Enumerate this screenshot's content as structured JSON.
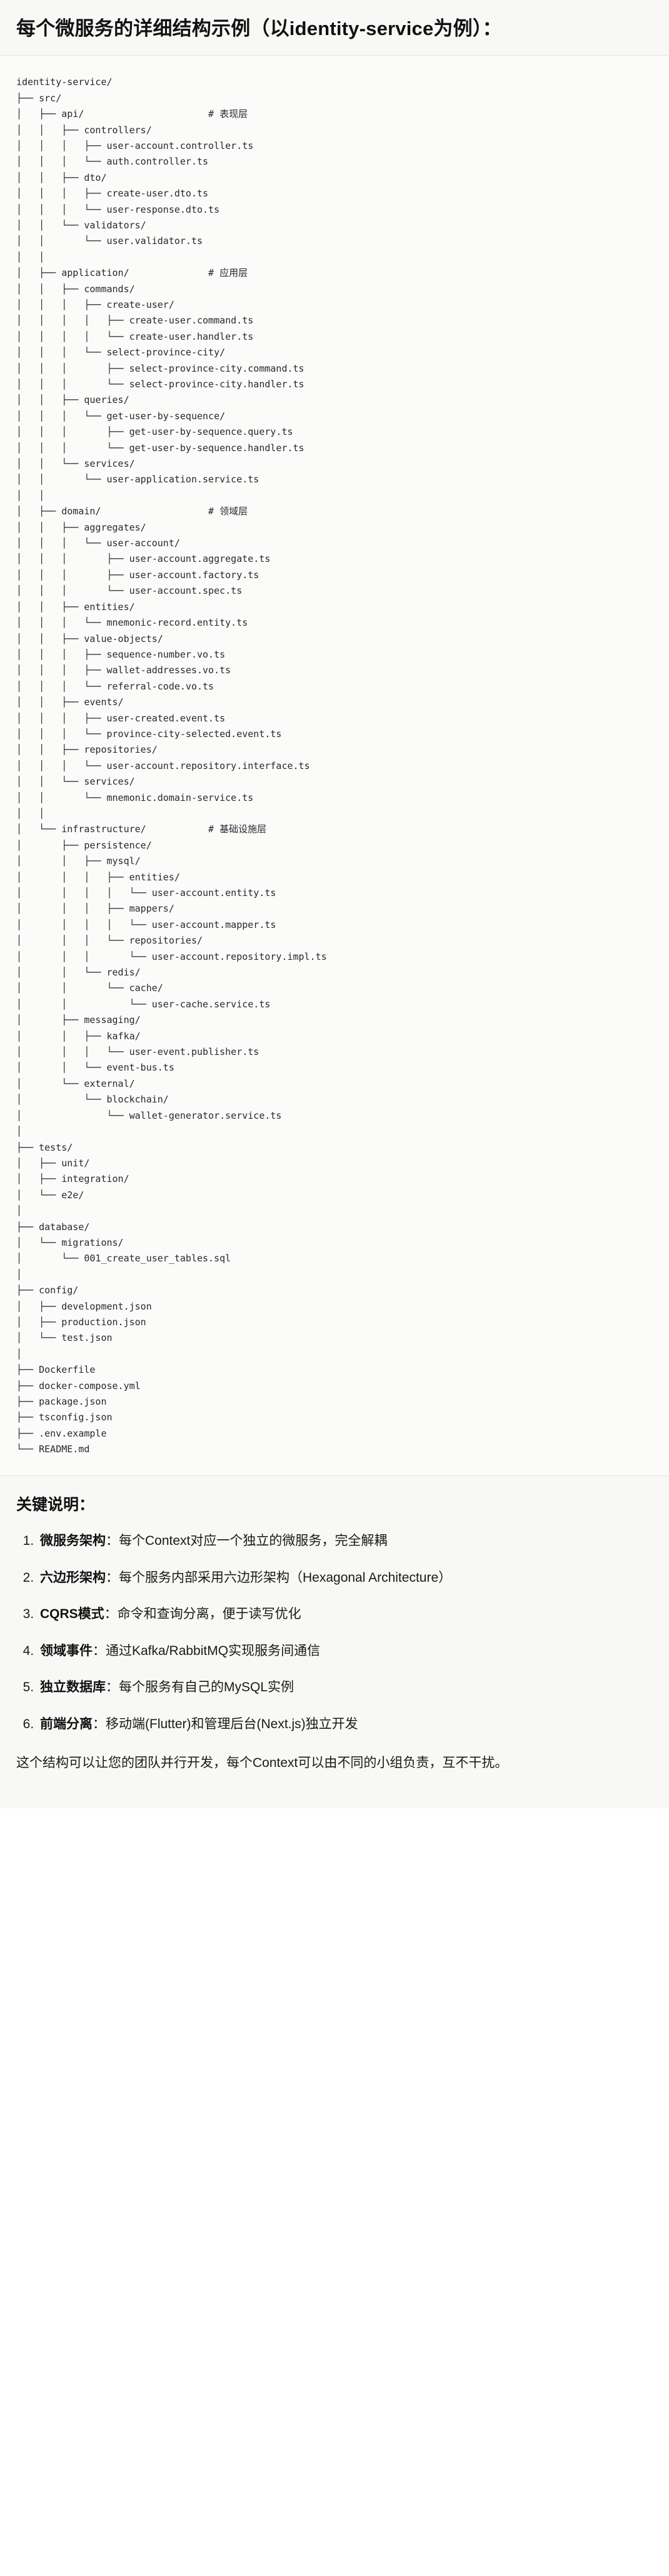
{
  "header": {
    "title": "每个微服务的详细结构示例（以identity-service为例）："
  },
  "code_block": {
    "language": "text",
    "root": "identity-service/",
    "tree_text": "identity-service/\n├── src/\n│   ├── api/                      # 表现层\n│   │   ├── controllers/\n│   │   │   ├── user-account.controller.ts\n│   │   │   └── auth.controller.ts\n│   │   ├── dto/\n│   │   │   ├── create-user.dto.ts\n│   │   │   └── user-response.dto.ts\n│   │   └── validators/\n│   │       └── user.validator.ts\n│   │\n│   ├── application/              # 应用层\n│   │   ├── commands/\n│   │   │   ├── create-user/\n│   │   │   │   ├── create-user.command.ts\n│   │   │   │   └── create-user.handler.ts\n│   │   │   └── select-province-city/\n│   │   │       ├── select-province-city.command.ts\n│   │   │       └── select-province-city.handler.ts\n│   │   ├── queries/\n│   │   │   └── get-user-by-sequence/\n│   │   │       ├── get-user-by-sequence.query.ts\n│   │   │       └── get-user-by-sequence.handler.ts\n│   │   └── services/\n│   │       └── user-application.service.ts\n│   │\n│   ├── domain/                   # 领域层\n│   │   ├── aggregates/\n│   │   │   └── user-account/\n│   │   │       ├── user-account.aggregate.ts\n│   │   │       ├── user-account.factory.ts\n│   │   │       └── user-account.spec.ts\n│   │   ├── entities/\n│   │   │   └── mnemonic-record.entity.ts\n│   │   ├── value-objects/\n│   │   │   ├── sequence-number.vo.ts\n│   │   │   ├── wallet-addresses.vo.ts\n│   │   │   └── referral-code.vo.ts\n│   │   ├── events/\n│   │   │   ├── user-created.event.ts\n│   │   │   └── province-city-selected.event.ts\n│   │   ├── repositories/\n│   │   │   └── user-account.repository.interface.ts\n│   │   └── services/\n│   │       └── mnemonic.domain-service.ts\n│   │\n│   └── infrastructure/           # 基础设施层\n│       ├── persistence/\n│       │   ├── mysql/\n│       │   │   ├── entities/\n│       │   │   │   └── user-account.entity.ts\n│       │   │   ├── mappers/\n│       │   │   │   └── user-account.mapper.ts\n│       │   │   └── repositories/\n│       │   │       └── user-account.repository.impl.ts\n│       │   └── redis/\n│       │       └── cache/\n│       │           └── user-cache.service.ts\n│       ├── messaging/\n│       │   ├── kafka/\n│       │   │   └── user-event.publisher.ts\n│       │   └── event-bus.ts\n│       └── external/\n│           └── blockchain/\n│               └── wallet-generator.service.ts\n│\n├── tests/\n│   ├── unit/\n│   ├── integration/\n│   └── e2e/\n│\n├── database/\n│   └── migrations/\n│       └── 001_create_user_tables.sql\n│\n├── config/\n│   ├── development.json\n│   ├── production.json\n│   └── test.json\n│\n├── Dockerfile\n├── docker-compose.yml\n├── package.json\n├── tsconfig.json\n├── .env.example\n└── README.md",
    "layer_comments": [
      {
        "path": "src/api/",
        "comment": "# 表现层"
      },
      {
        "path": "src/application/",
        "comment": "# 应用层"
      },
      {
        "path": "src/domain/",
        "comment": "# 领域层"
      },
      {
        "path": "src/infrastructure/",
        "comment": "# 基础设施层"
      }
    ]
  },
  "notes": {
    "title": "关键说明：",
    "items": [
      {
        "index": "1.",
        "term": "微服务架构",
        "sep": "：",
        "desc": "每个Context对应一个独立的微服务，完全解耦"
      },
      {
        "index": "2.",
        "term": "六边形架构",
        "sep": "：",
        "desc": "每个服务内部采用六边形架构（Hexagonal Architecture）"
      },
      {
        "index": "3.",
        "term": "CQRS模式",
        "sep": "：",
        "desc": "命令和查询分离，便于读写优化"
      },
      {
        "index": "4.",
        "term": "领域事件",
        "sep": "：",
        "desc": "通过Kafka/RabbitMQ实现服务间通信"
      },
      {
        "index": "5.",
        "term": "独立数据库",
        "sep": "：",
        "desc": "每个服务有自己的MySQL实例"
      },
      {
        "index": "6.",
        "term": "前端分离",
        "sep": "：",
        "desc": "移动端(Flutter)和管理后台(Next.js)独立开发"
      }
    ],
    "closing": "这个结构可以让您的团队并行开发，每个Context可以由不同的小组负责，互不干扰。"
  }
}
